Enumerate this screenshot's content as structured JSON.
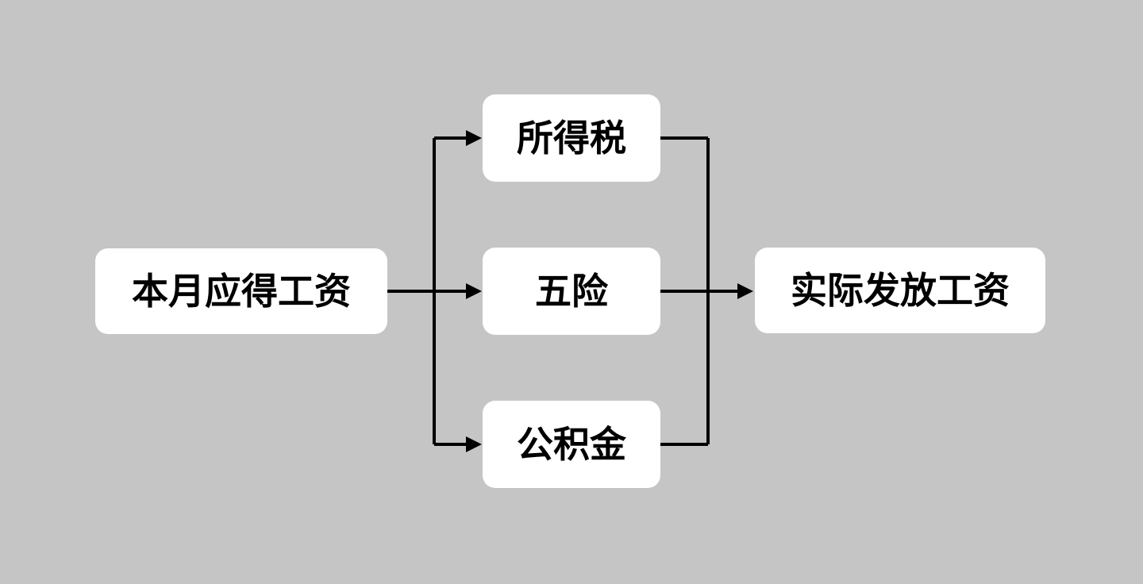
{
  "colors": {
    "background": "#c5c5c5",
    "node_fill": "#ffffff",
    "edge": "#000000",
    "text": "#000000"
  },
  "diagram": {
    "type": "flowchart",
    "source": {
      "label": "本月应得工资"
    },
    "deductions": [
      {
        "label": "所得税"
      },
      {
        "label": "五险"
      },
      {
        "label": "公积金"
      }
    ],
    "result": {
      "label": "实际发放工资"
    }
  }
}
